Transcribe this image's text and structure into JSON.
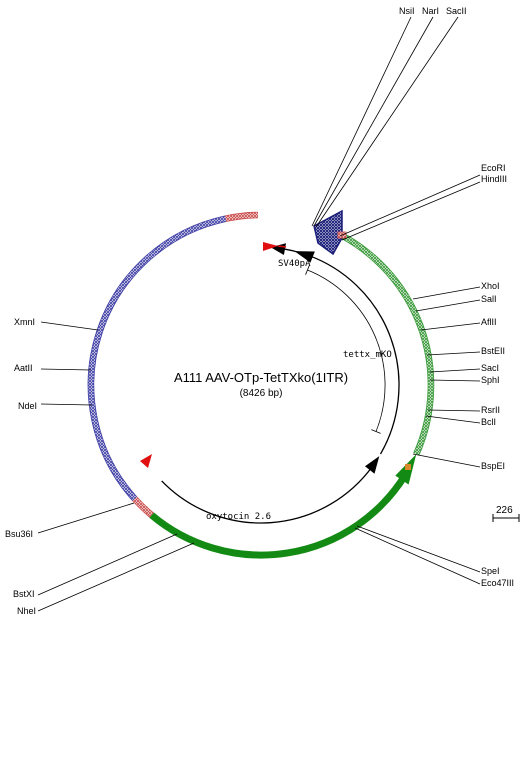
{
  "plasmid": {
    "name": "A111 AAV-OTp-TetTXko(1ITR)",
    "size": "(8426 bp)"
  },
  "scale": {
    "label": "226"
  },
  "features": {
    "sv40pa": "SV40pA",
    "tettx": "tettx_mKO",
    "oxytocin": "oxytocin 2.6"
  },
  "sites": {
    "nsii": "NsiI",
    "nari": "NarI",
    "sacii": "SacII",
    "ecori": "EcoRI",
    "hindiii": "HindIII",
    "xhoi": "XhoI",
    "sali": "SalI",
    "aflii": "AflII",
    "bsteii": "BstEII",
    "saci": "SacI",
    "sphi": "SphI",
    "rsrii": "RsrII",
    "bcli": "BclI",
    "bspei": "BspEI",
    "spei": "SpeI",
    "eco47iii": "Eco47III",
    "xmni": "XmnI",
    "aatii": "AatII",
    "ndei": "NdeI",
    "bsu36i": "Bsu36I",
    "bstxi": "BstXI",
    "nhei": "NheI"
  },
  "colors": {
    "backbone": "#3f3fa6",
    "insert_green": "#3a9a3a",
    "cds_green": "#138a13",
    "junction_red": "#c94a4a",
    "arrow_red": "#e01010",
    "arrow_black": "#000000",
    "itr_navy": "#1c1f7a"
  }
}
